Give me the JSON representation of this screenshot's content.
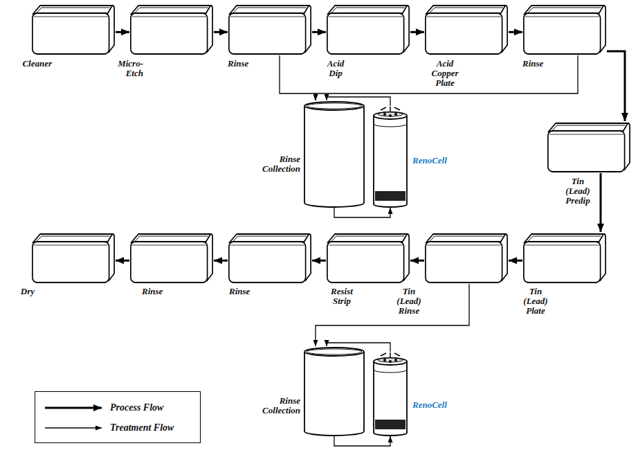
{
  "diagram": {
    "nodes": [
      {
        "text": [
          "Cleaner"
        ]
      },
      {
        "text": [
          "Micro- Etch"
        ]
      },
      {
        "text": [
          "Rinse"
        ]
      },
      {
        "text": [
          "Acid Dip"
        ]
      },
      {
        "text": [
          "Acid Copper Plate"
        ]
      },
      {
        "text": [
          "Rinse"
        ]
      },
      {
        "text": [
          "Rinse Collection"
        ]
      },
      {
        "text": [
          "RenoCell"
        ]
      },
      {
        "text": [
          "Tin (Lead) Predip"
        ]
      },
      {
        "text": [
          "Dry"
        ]
      },
      {
        "text": [
          "Rinse"
        ]
      },
      {
        "text": [
          "Rinse"
        ]
      },
      {
        "text": [
          "Resist Strip"
        ]
      },
      {
        "text": [
          "Tin (Lead) Rinse"
        ]
      },
      {
        "text": [
          "Tin (Lead) Plate"
        ]
      },
      {
        "text": [
          "Rinse Collection"
        ]
      },
      {
        "text": [
          "RenoCell"
        ]
      }
    ],
    "edges": [
      {
        "from": 0,
        "to": 1,
        "arrow": "to"
      },
      {
        "from": 1,
        "to": 2,
        "arrow": "to"
      },
      {
        "from": 2,
        "to": 3,
        "arrow": "to"
      },
      {
        "from": 3,
        "to": 4,
        "arrow": "to"
      },
      {
        "from": 4,
        "to": 5,
        "arrow": "to"
      },
      {
        "from": 5,
        "to": 8,
        "arrow": "to"
      },
      {
        "from": 8,
        "to": 14,
        "arrow": "to"
      },
      {
        "from": 14,
        "to": 13,
        "arrow": "to"
      },
      {
        "from": 13,
        "to": 12,
        "arrow": "to"
      },
      {
        "from": 12,
        "to": 11,
        "arrow": "to"
      },
      {
        "from": 11,
        "to": 10,
        "arrow": "to"
      },
      {
        "from": 10,
        "to": 9,
        "arrow": "to"
      },
      {
        "from": 2,
        "to": 6,
        "arrow": "to"
      },
      {
        "from": 5,
        "to": 6,
        "arrow": "to"
      },
      {
        "from": 6,
        "to": 7,
        "arrow": "to"
      },
      {
        "from": 7,
        "to": 6,
        "arrow": "to"
      },
      {
        "from": 13,
        "to": 15,
        "arrow": "to"
      },
      {
        "from": 15,
        "to": 16,
        "arrow": "to"
      },
      {
        "from": 16,
        "to": 15,
        "arrow": "to"
      }
    ],
    "legend": [
      {
        "text": "Process Flow"
      },
      {
        "text": "Treatment Flow"
      }
    ]
  }
}
